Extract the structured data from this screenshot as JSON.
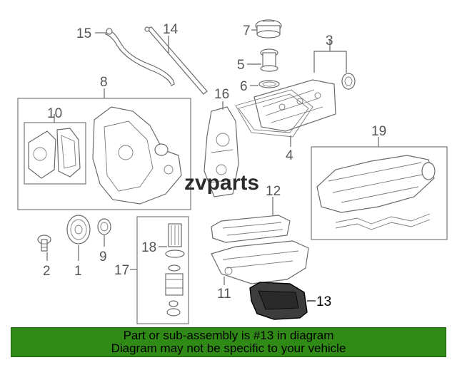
{
  "diagram": {
    "callouts": {
      "c1": "1",
      "c2": "2",
      "c3": "3",
      "c4": "4",
      "c5": "5",
      "c6": "6",
      "c7": "7",
      "c8": "8",
      "c9": "9",
      "c10": "10",
      "c11": "11",
      "c12": "12",
      "c13": "13",
      "c14": "14",
      "c15": "15",
      "c16": "16",
      "c17": "17",
      "c18": "18",
      "c19": "19"
    },
    "highlighted_part": "13",
    "highlight_color": "#3d3d3d",
    "watermark": "zvparts"
  },
  "banner": {
    "line1": "Part or sub-assembly is #13 in diagram",
    "line2": "Diagram may not be specific to your vehicle",
    "background": "#2f8a16"
  }
}
